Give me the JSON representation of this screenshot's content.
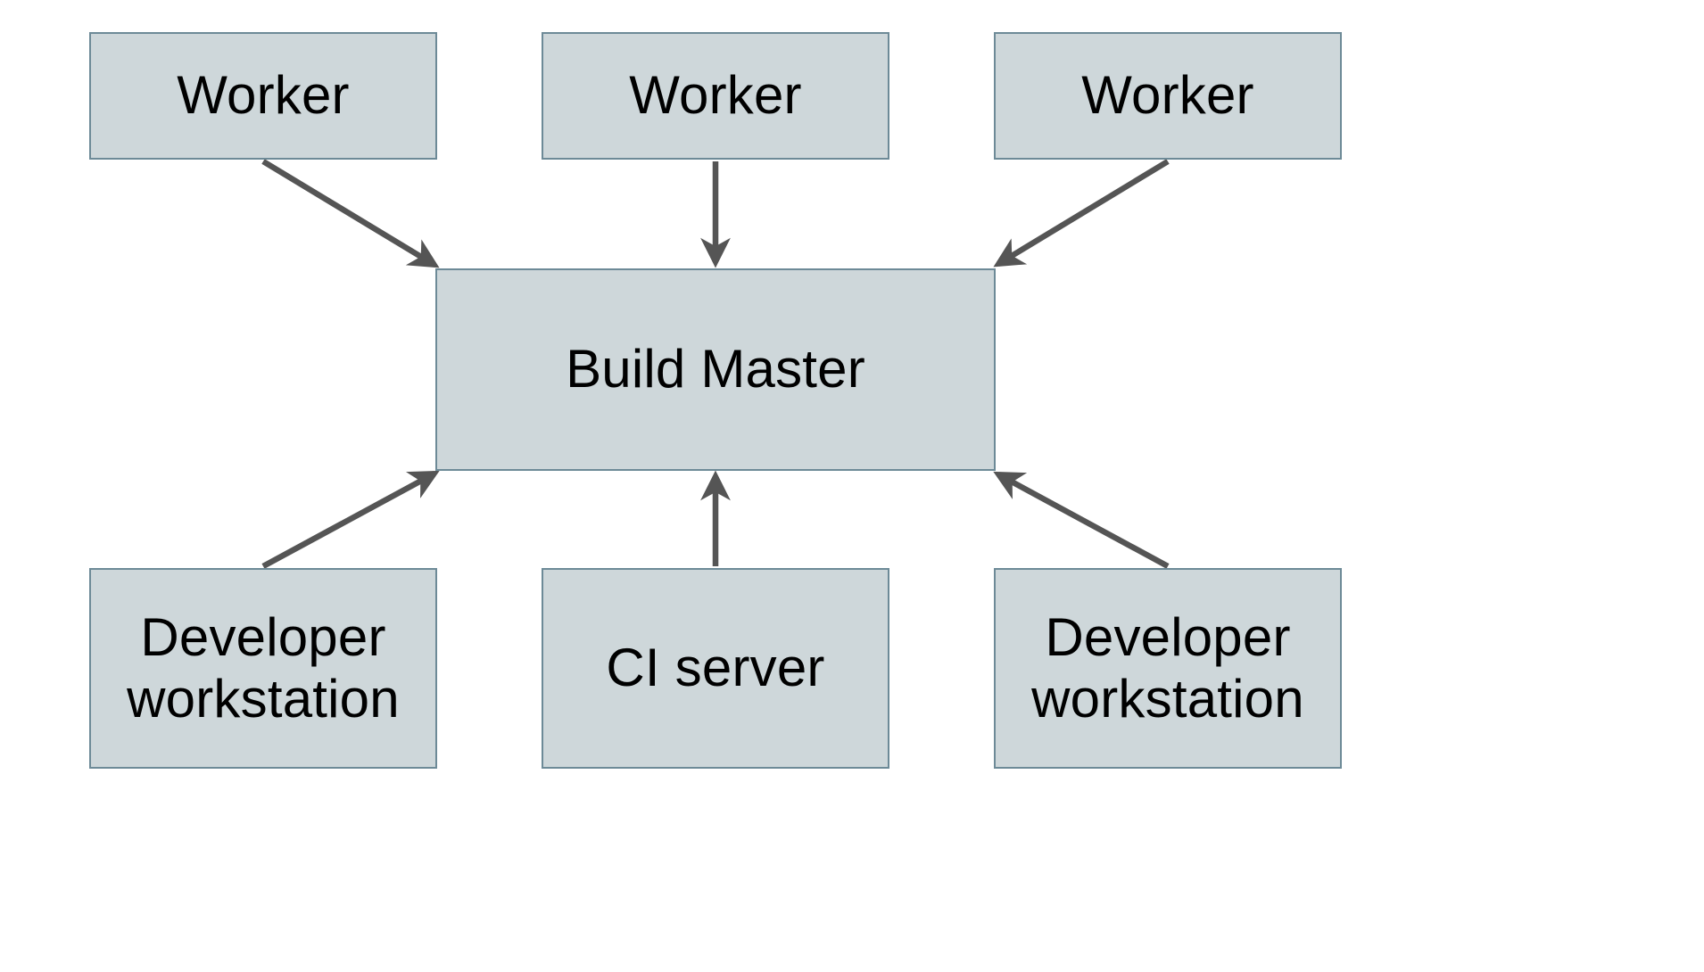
{
  "diagram": {
    "type": "node-edge-architecture-diagram",
    "background_color": "#ffffff",
    "node_fill_color": "#ced7da",
    "node_border_color": "#6d8a97",
    "node_text_color": "#000000",
    "edge_color": "#555555",
    "nodes": {
      "worker_1": {
        "label": "Worker"
      },
      "worker_2": {
        "label": "Worker"
      },
      "worker_3": {
        "label": "Worker"
      },
      "build_master": {
        "label": "Build Master"
      },
      "developer_workstation_1": {
        "label": "Developer\nworkstation"
      },
      "ci_server": {
        "label": "CI server"
      },
      "developer_workstation_2": {
        "label": "Developer\nworkstation"
      }
    },
    "edges": [
      {
        "from": "worker_1",
        "to": "build_master",
        "direction": "down-right",
        "arrowhead": "at-target"
      },
      {
        "from": "worker_2",
        "to": "build_master",
        "direction": "down",
        "arrowhead": "at-target"
      },
      {
        "from": "worker_3",
        "to": "build_master",
        "direction": "down-left",
        "arrowhead": "at-target"
      },
      {
        "from": "developer_workstation_1",
        "to": "build_master",
        "direction": "up-right",
        "arrowhead": "at-target"
      },
      {
        "from": "ci_server",
        "to": "build_master",
        "direction": "up",
        "arrowhead": "at-target"
      },
      {
        "from": "developer_workstation_2",
        "to": "build_master",
        "direction": "up-left",
        "arrowhead": "at-target"
      }
    ]
  }
}
